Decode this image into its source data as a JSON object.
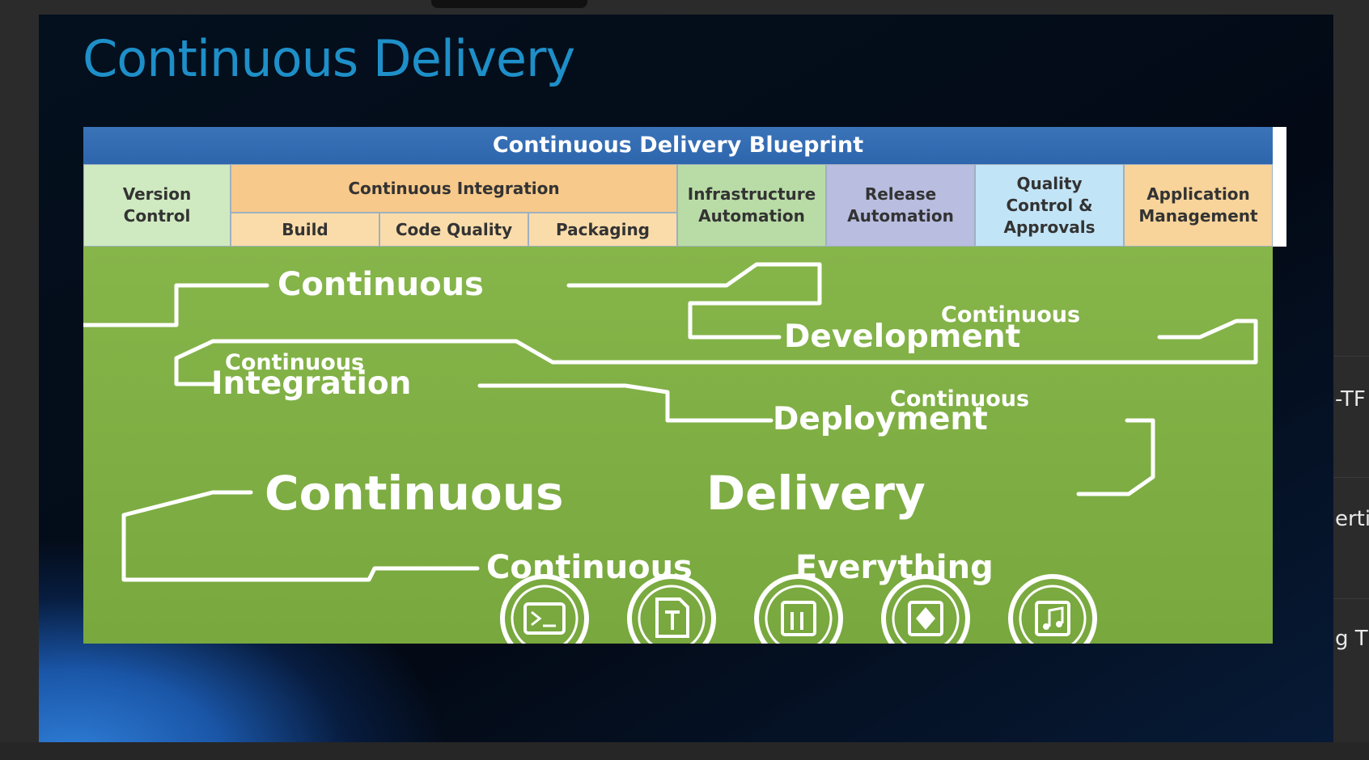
{
  "slide": {
    "title": "Continuous Delivery"
  },
  "blueprint": {
    "header": "Continuous Delivery Blueprint",
    "version_control": "Version\nControl",
    "continuous_integration": "Continuous Integration",
    "ci_sub": [
      "Build",
      "Code Quality",
      "Packaging"
    ],
    "infrastructure_automation": "Infrastructure\nAutomation",
    "release_automation": "Release\nAutomation",
    "quality_control": "Quality\nControl &\nApprovals",
    "application_management": "Application\nManagement",
    "colors": {
      "header": "#2e66ad",
      "version_control": "#cfeac0",
      "continuous_integration": "#f7c98a",
      "ci_sub": "#fadcaa",
      "infrastructure": "#b9dca6",
      "release": "#b9bde0",
      "quality": "#c2e4f7",
      "application": "#f8d49a",
      "green_panel": "#80b045"
    }
  },
  "graphic": {
    "continuous_top": "Continuous",
    "dev_small": "Continuous",
    "dev_big": "Development",
    "int_small": "Continuous",
    "int_big": "Integration",
    "dep_small": "Continuous",
    "dep_big": "Deployment",
    "delivery_a": "Continuous",
    "delivery_b": "Delivery",
    "everything_a": "Continuous",
    "everything_b": "Everything",
    "icons": [
      "terminal-icon",
      "text-document-icon",
      "files-icon",
      "diagram-icon",
      "music-file-icon"
    ]
  },
  "background_panel": {
    "items": [
      "-TF",
      "erti",
      "g T"
    ]
  }
}
